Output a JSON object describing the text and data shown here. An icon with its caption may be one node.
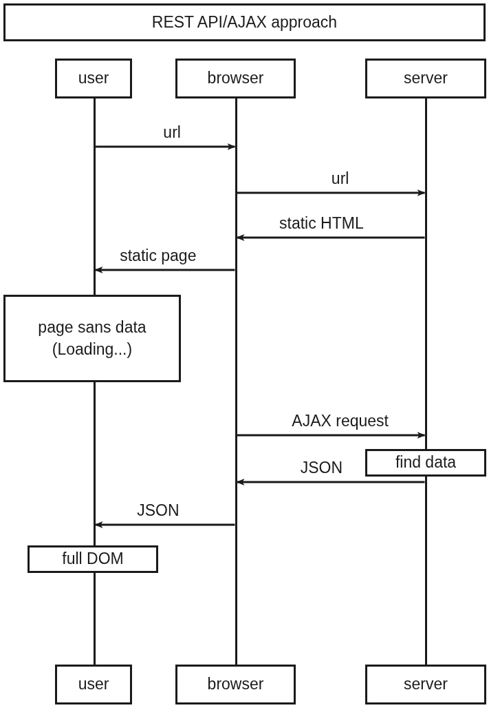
{
  "diagram": {
    "nodes": [
      {
        "text": [
          "REST API/AJAX approach"
        ]
      },
      {
        "text": [
          "user"
        ]
      },
      {
        "text": [
          "browser"
        ]
      },
      {
        "text": [
          "server"
        ]
      },
      {
        "text": [
          "page sans data (Loading...)"
        ]
      },
      {
        "text": [
          "find data"
        ]
      },
      {
        "text": [
          "full DOM"
        ]
      },
      {
        "text": [
          "user"
        ]
      },
      {
        "text": [
          "browser"
        ]
      },
      {
        "text": [
          "server"
        ]
      },
      {
        "text": [],
        "shape": "bar"
      },
      {
        "text": [],
        "shape": "bar"
      },
      {
        "text": [],
        "shape": "bar"
      },
      {
        "text": [],
        "shape": "bar"
      },
      {
        "text": [],
        "shape": "bar"
      },
      {
        "text": [],
        "shape": "bar"
      }
    ],
    "edges": [
      {
        "from": 10,
        "to": 13,
        "arrow": "to",
        "label": "url"
      },
      {
        "from": 13,
        "to": 14,
        "arrow": "to",
        "label": "url"
      },
      {
        "from": 14,
        "to": 13,
        "arrow": "to",
        "label": "static HTML"
      },
      {
        "from": 13,
        "to": 10,
        "arrow": "to",
        "label": "static page"
      },
      {
        "from": 13,
        "to": 14,
        "arrow": "to",
        "label": "AJAX request"
      },
      {
        "from": 15,
        "to": 13,
        "arrow": "to",
        "label": "JSON"
      },
      {
        "from": 13,
        "to": 11,
        "arrow": "to",
        "label": "JSON"
      }
    ]
  }
}
